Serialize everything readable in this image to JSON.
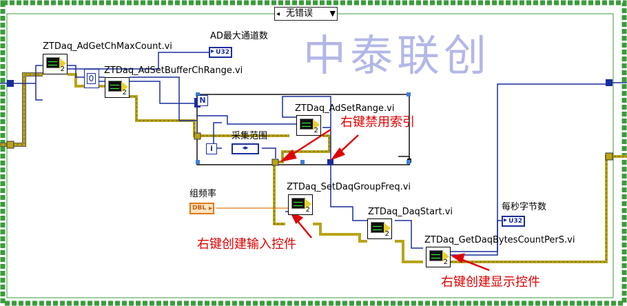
{
  "case_selector": {
    "label": "无错误",
    "left_arrow_icon": "left-arrow-icon",
    "dropdown_icon": "dropdown-triangle-icon"
  },
  "subvis": [
    {
      "name": "ZTDaq_AdGetChMaxCount.vi",
      "badge": "2"
    },
    {
      "name": "ZTDaq_AdSetBufferChRange.vi",
      "badge": "2"
    },
    {
      "name": "ZTDaq_AdSetRange.vi",
      "badge": "2"
    },
    {
      "name": "ZTDaq_SetDaqGroupFreq.vi",
      "badge": "2"
    },
    {
      "name": "ZTDaq_DaqStart.vi",
      "badge": "2"
    },
    {
      "name": "ZTDaq_GetDaqBytesCountPerS.vi",
      "badge": "2"
    }
  ],
  "indicators": [
    {
      "label": "AD最大通道数",
      "type": "U32"
    },
    {
      "label": "每秒字节数",
      "type": "U32"
    }
  ],
  "controls": [
    {
      "label": "组频率",
      "type": "DBL"
    }
  ],
  "constant_zero": "0",
  "loop": {
    "count_terminal": "N",
    "iteration_terminal": "i"
  },
  "range_label": "采集范围",
  "annotations": [
    "右键禁用索引",
    "右键创建输入控件",
    "右键创建显示控件"
  ],
  "watermark": "中泰联创",
  "colors": {
    "frame_green": "#3b9b3b",
    "blue_wire": "#1a2d9c",
    "error_wire": "#b8a418",
    "orange_wire": "#e07818",
    "annotation_red": "#e00000"
  }
}
